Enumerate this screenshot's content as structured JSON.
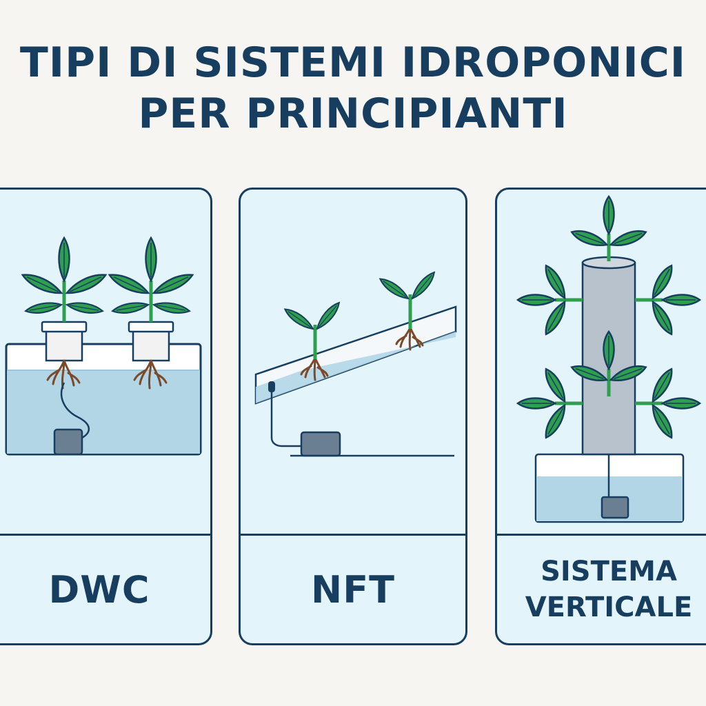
{
  "title": {
    "line1": "TIPI DI SISTEMI IDROPONICI",
    "line2": "PER PRINCIPIANTI"
  },
  "systems": [
    {
      "label": "DWC"
    },
    {
      "label": "NFT"
    },
    {
      "label_line1": "SISTEMA",
      "label_line2": "VERTICALE"
    }
  ],
  "colors": {
    "title": "#173e5f",
    "card_bg": "#e4f4fb",
    "water": "#b3d6e6",
    "leaf": "#2e9e4f",
    "root": "#7a4a2a",
    "pump": "#6b7f92",
    "tower": "#b8c2cc"
  }
}
